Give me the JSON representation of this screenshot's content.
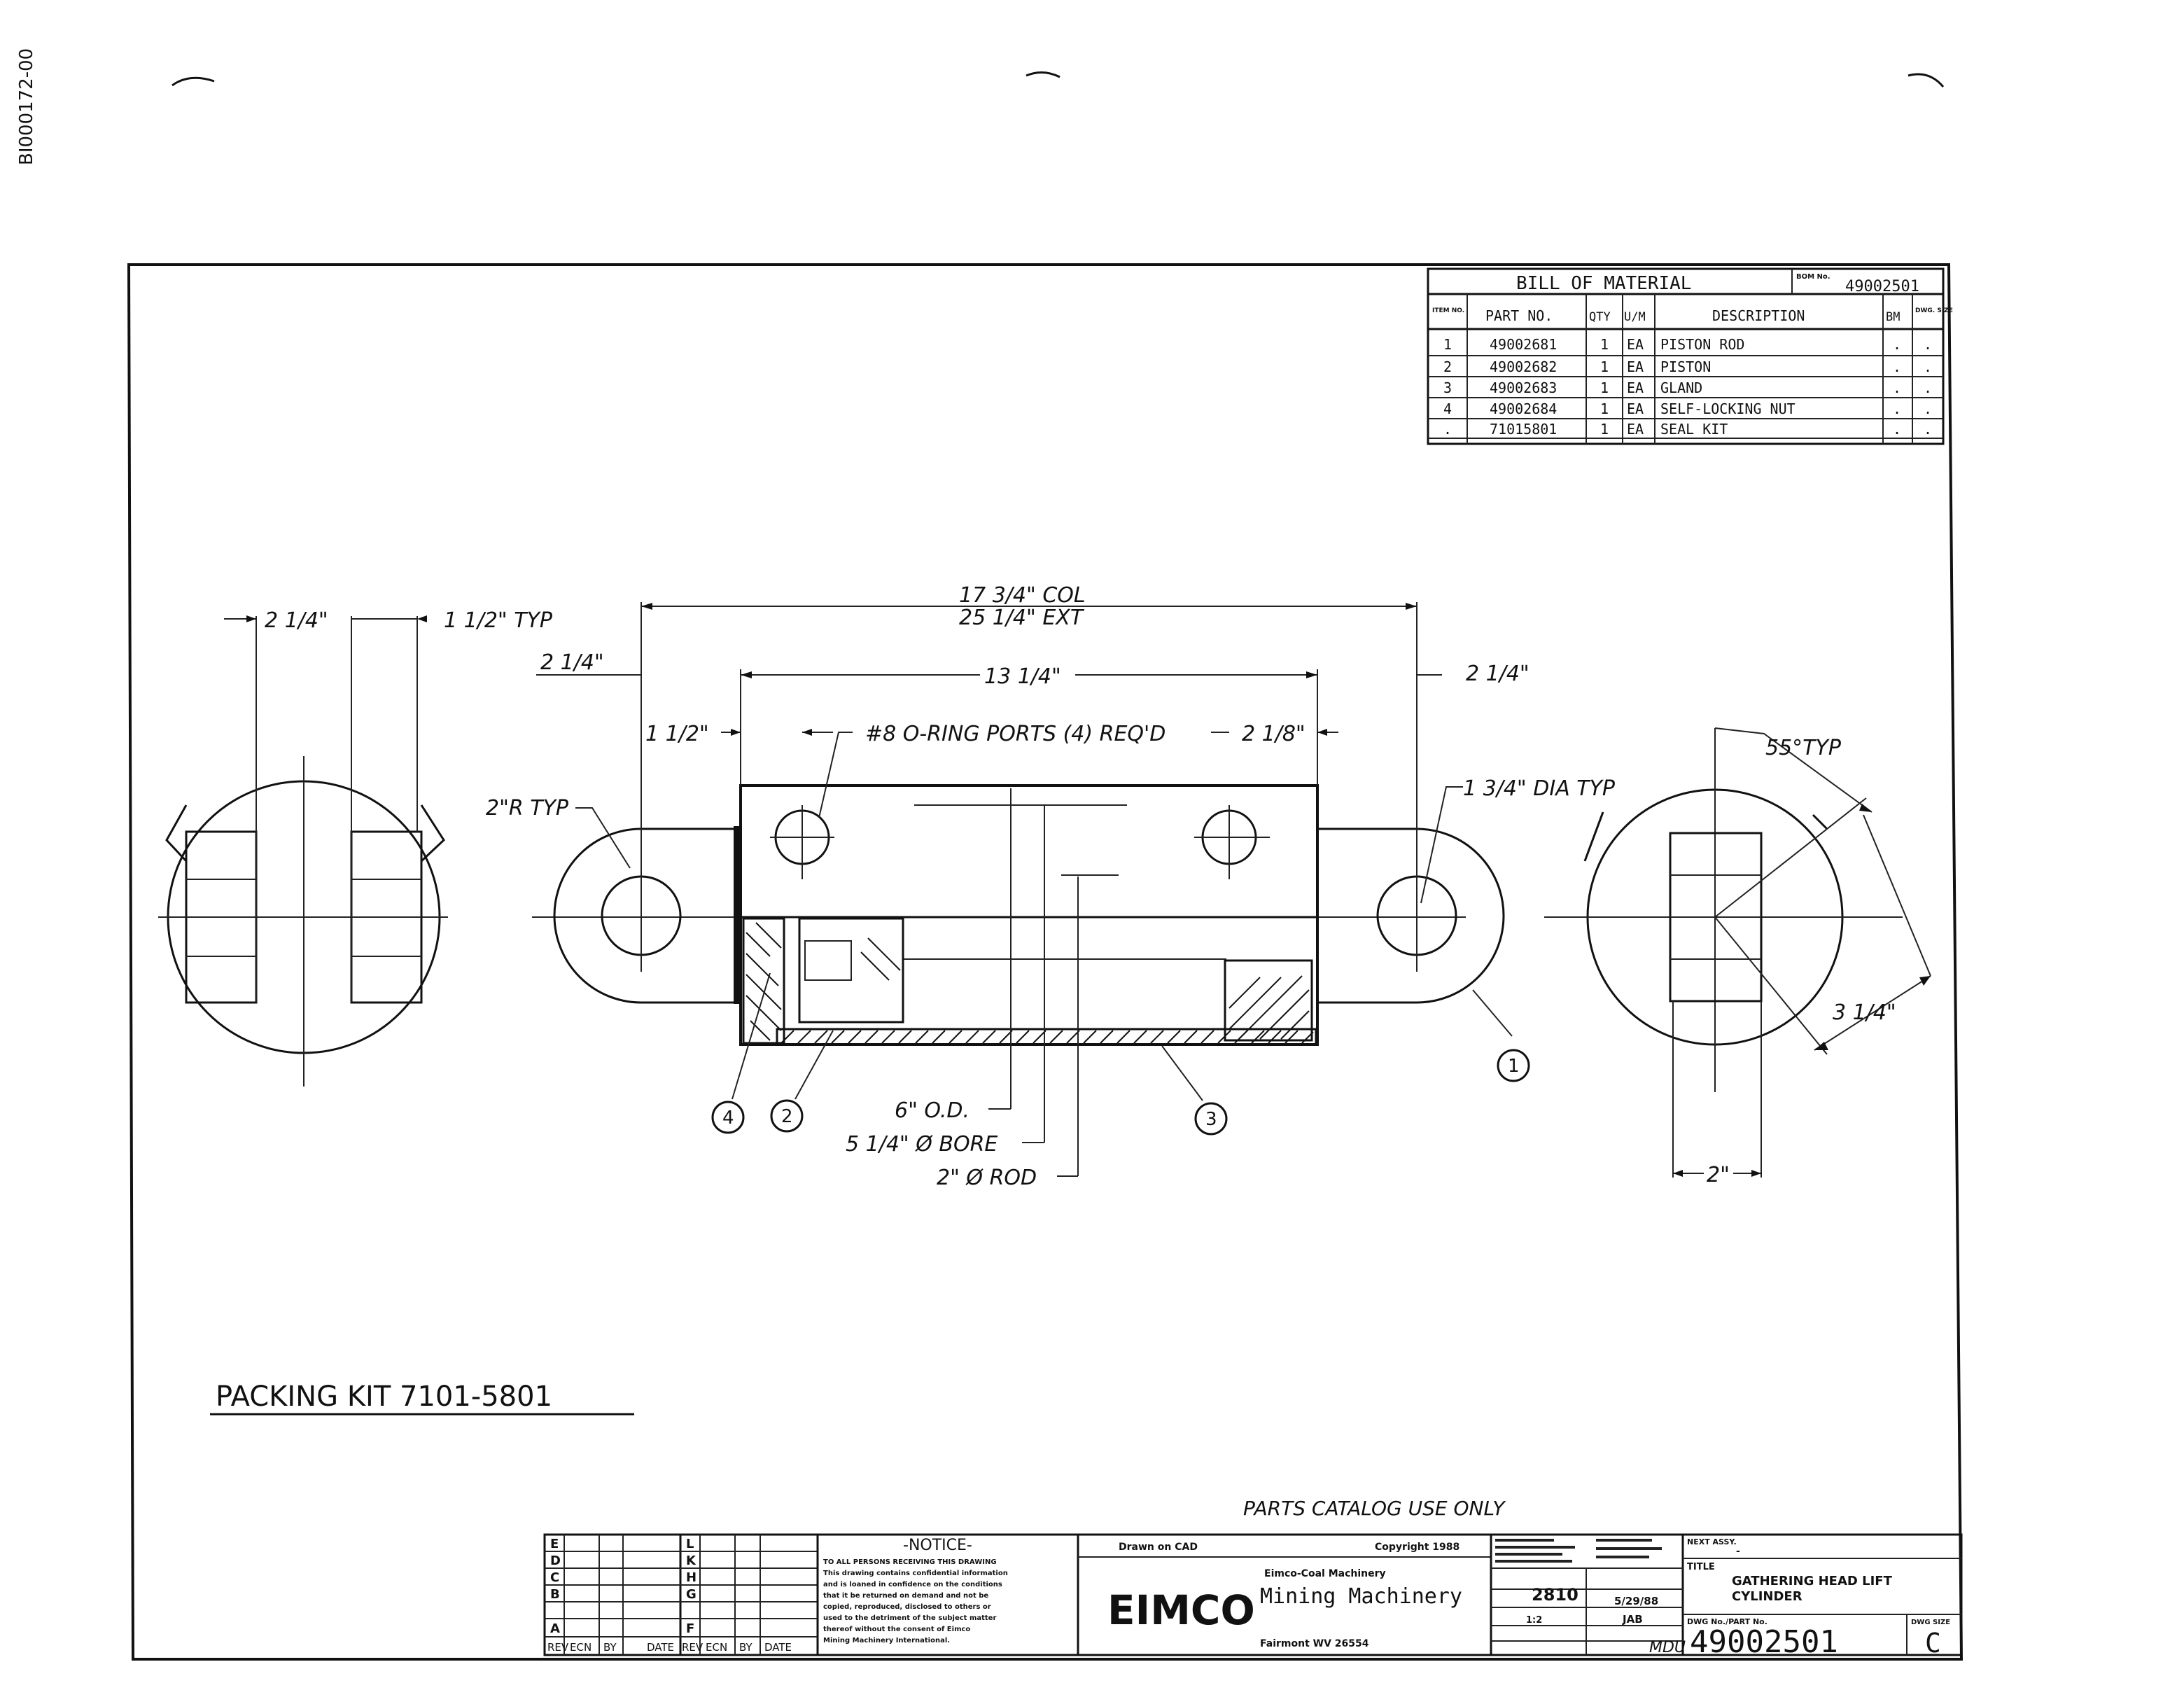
{
  "side_stamp": "BI000172-00",
  "bom": {
    "title": "BILL OF MATERIAL",
    "bom_no_label": "BOM No.",
    "bom_no": "49002501",
    "headers": {
      "item": "ITEM NO.",
      "part": "PART NO.",
      "qty": "QTY",
      "um": "U/M",
      "desc": "DESCRIPTION",
      "bm": "BM",
      "size": "DWG. SIZE"
    },
    "rows": [
      {
        "item": "1",
        "part": "49002681",
        "qty": "1",
        "um": "EA",
        "desc": "PISTON ROD",
        "bm": ".",
        "size": "."
      },
      {
        "item": "2",
        "part": "49002682",
        "qty": "1",
        "um": "EA",
        "desc": "PISTON",
        "bm": ".",
        "size": "."
      },
      {
        "item": "3",
        "part": "49002683",
        "qty": "1",
        "um": "EA",
        "desc": "GLAND",
        "bm": ".",
        "size": "."
      },
      {
        "item": "4",
        "part": "49002684",
        "qty": "1",
        "um": "EA",
        "desc": "SELF-LOCKING NUT",
        "bm": ".",
        "size": "."
      },
      {
        "item": ".",
        "part": "71015801",
        "qty": "1",
        "um": "EA",
        "desc": "SEAL KIT",
        "bm": ".",
        "size": "."
      }
    ]
  },
  "dims": {
    "left_width": "2 1/4\"",
    "left_typ": "1 1/2\" TYP",
    "col_len": "17 3/4\" COL",
    "ext_len": "25 1/4\" EXT",
    "left_offset": "2 1/4\"",
    "body_len": "13 1/4\"",
    "right_offset": "2 1/4\"",
    "port_offset_l": "1 1/2\"",
    "ports_note": "#8 O-RING PORTS (4) REQ'D",
    "port_offset_r": "2 1/8\"",
    "radius": "2\"R TYP",
    "pin_dia": "1 3/4\" DIA TYP",
    "angle": "55°TYP",
    "right_len": "3 1/4\"",
    "right_width": "2\"",
    "od": "6\" O.D.",
    "bore": "5 1/4\" Ø BORE",
    "rod": "2\" Ø ROD"
  },
  "balloons": [
    "1",
    "2",
    "3",
    "4"
  ],
  "packing_kit": "PACKING KIT 7101-5801",
  "catalog_note": "PARTS CATALOG USE ONLY",
  "rev_block": {
    "letters_left": [
      "E",
      "D",
      "C",
      "B",
      "A"
    ],
    "letters_right": [
      "L",
      "K",
      "H",
      "G",
      "F"
    ],
    "footer": [
      "REV",
      "ECN",
      "BY",
      "DATE",
      "REV",
      "ECN",
      "BY",
      "DATE"
    ]
  },
  "notice": {
    "title": "-NOTICE-",
    "lines": [
      "TO ALL PERSONS RECEIVING THIS DRAWING",
      "This drawing contains confidential information",
      "and is loaned in confidence on the conditions",
      "that it be returned on demand and not be",
      "copied, reproduced, disclosed to others or",
      "used to the detriment of the subject matter",
      "thereof without the consent of Eimco",
      "Mining Machinery International."
    ]
  },
  "company": {
    "drawn": "Drawn on CAD",
    "copyright": "Copyright 1988",
    "parent": "Eimco-Coal Machinery",
    "logo": "EIMCO",
    "division": "Mining Machinery",
    "location": "Fairmont WV 26554"
  },
  "title_block": {
    "next_assy_label": "NEXT ASSY.",
    "next_assy": "-",
    "title_label": "TITLE",
    "title_lines": [
      "GATHERING HEAD LIFT",
      "CYLINDER"
    ],
    "model": "2810",
    "date": "5/29/88",
    "drawn_by": "JAB",
    "scale": "1:2",
    "dwg_label": "DWG No./PART No.",
    "dwg_no": "49002501",
    "size_label": "DWG SIZE",
    "size": "C",
    "ref": "MDU"
  }
}
